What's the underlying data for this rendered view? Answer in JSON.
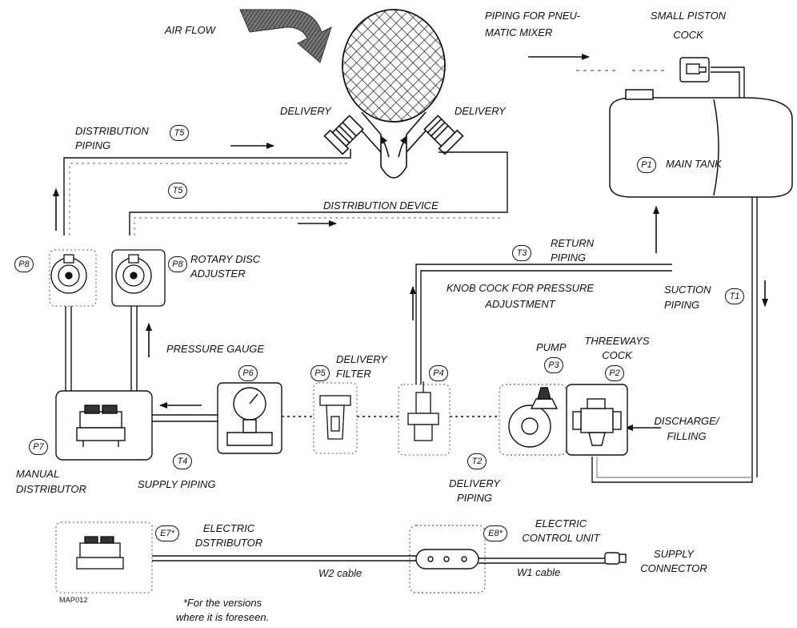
{
  "labels": {
    "air_flow": "AIR FLOW",
    "piping_pneu_1": "PIPING FOR  PNEU-",
    "piping_pneu_2": "MATIC MIXER",
    "small_piston_1": "SMALL PISTON",
    "small_piston_2": "COCK",
    "delivery_left": "DELIVERY",
    "delivery_right": "DELIVERY",
    "distribution_piping_1": "DISTRIBUTION",
    "distribution_piping_2": "PIPING",
    "main_tank": "MAIN TANK",
    "distribution_device": "DISTRIBUTION DEVICE",
    "return_piping_1": "RETURN",
    "return_piping_2": "PIPING",
    "rotary_disc_1": "ROTARY DISC",
    "rotary_disc_2": "ADJUSTER",
    "knob_cock_1": "KNOB COCK FOR PRESSURE",
    "knob_cock_2": "ADJUSTMENT",
    "suction_piping_1": "SUCTION",
    "suction_piping_2": "PIPING",
    "pressure_gauge": "PRESSURE GAUGE",
    "delivery_filter_1": "DELIVERY",
    "delivery_filter_2": "FILTER",
    "pump": "PUMP",
    "threeways_1": "THREEWAYS",
    "threeways_2": "COCK",
    "discharge_1": "DISCHARGE/",
    "discharge_2": "FILLING",
    "manual_distributor_1": "MANUAL",
    "manual_distributor_2": "DISTRIBUTOR",
    "supply_piping": "SUPPLY PIPING",
    "delivery_piping_1": "DELIVERY",
    "delivery_piping_2": "PIPING",
    "electric_distributor_1": "ELECTRIC",
    "electric_distributor_2": "DSTRIBUTOR",
    "electric_control_1": "ELECTRIC",
    "electric_control_2": "CONTROL UNIT",
    "supply_connector_1": "SUPPLY",
    "supply_connector_2": "CONNECTOR",
    "w2_cable": "W2 cable",
    "w1_cable": "W1 cable",
    "footnote_1": "*For the versions",
    "footnote_2": "where it is foreseen.",
    "map_code": "MAP012"
  },
  "tags": {
    "p1": "P1",
    "p2": "P2",
    "p3": "P3",
    "p4": "P4",
    "p5": "P5",
    "p6": "P6",
    "p7": "P7",
    "p8_left": "P8",
    "p8_right": "P8",
    "t1": "T1",
    "t2": "T2",
    "t3": "T3",
    "t4": "T4",
    "t5_top": "T5",
    "t5_mid": "T5",
    "e7": "E7*",
    "e8": "E8*"
  }
}
